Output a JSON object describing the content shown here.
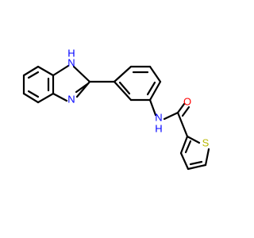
{
  "molecule": {
    "atom_labels": {
      "benzimidazole_nh": "H\nN",
      "benzimidazole_n": "N",
      "amide_nh": "N\nH",
      "carbonyl_o": "O",
      "thiophene_s": "S"
    },
    "colors": {
      "bond": "#000000",
      "nitrogen": "#0000ff",
      "oxygen": "#ff0000",
      "sulfur": "#b8b800",
      "background": "#ffffff"
    }
  }
}
